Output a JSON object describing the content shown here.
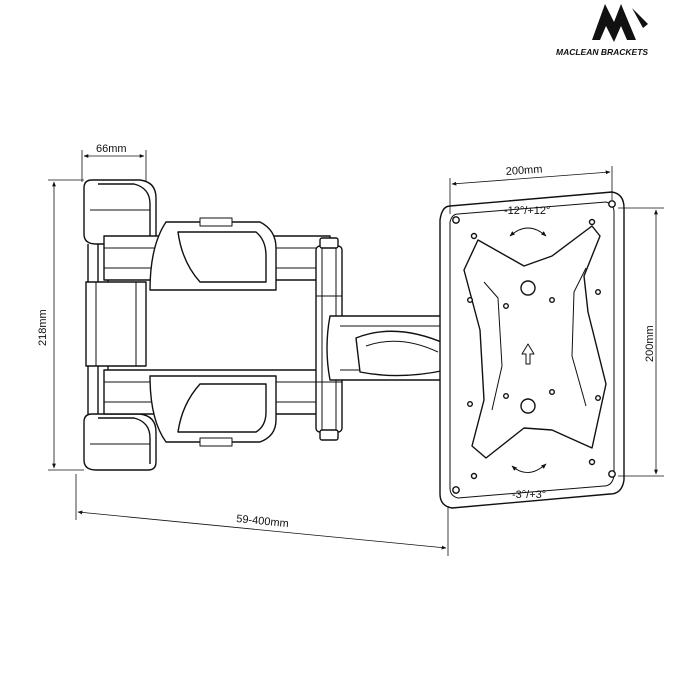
{
  "brand": {
    "logo_letter": "M",
    "name": "MACLEAN BRACKETS"
  },
  "dimensions": {
    "arm_depth": "66mm",
    "wall_plate_height": "218mm",
    "extension": "59-400mm",
    "vesa_width": "200mm",
    "vesa_height": "200mm"
  },
  "adjustments": {
    "tilt": "-12°/+12°",
    "swivel": "-3°/+3°"
  },
  "colors": {
    "line": "#111111",
    "fill": "#ffffff"
  }
}
